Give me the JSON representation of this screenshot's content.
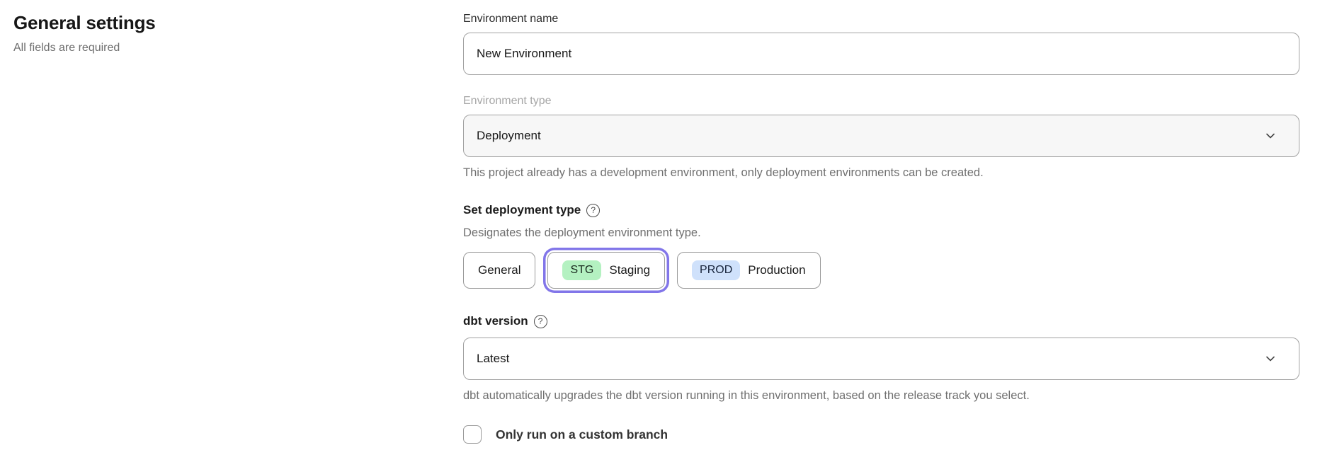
{
  "colors": {
    "accent_purple": "#8276e9",
    "staging_badge_bg": "#b4f1c1",
    "production_badge_bg": "#cfe1fb",
    "disabled_field_bg": "#f7f7f7"
  },
  "header": {
    "title": "General settings",
    "subtitle": "All fields are required"
  },
  "form": {
    "environment_name": {
      "label": "Environment name",
      "value": "New Environment"
    },
    "environment_type": {
      "label": "Environment type",
      "value": "Deployment",
      "disabled": true,
      "helper": "This project already has a development environment, only deployment environments can be created."
    },
    "deployment_type": {
      "label": "Set deployment type",
      "description": "Designates the deployment environment type.",
      "options": [
        {
          "label": "General",
          "selected": false
        },
        {
          "badge": "STG",
          "label": "Staging",
          "selected": true
        },
        {
          "badge": "PROD",
          "label": "Production",
          "selected": false
        }
      ]
    },
    "dbt_version": {
      "label": "dbt version",
      "value": "Latest",
      "helper": "dbt automatically upgrades the dbt version running in this environment, based on the release track you select."
    },
    "custom_branch": {
      "label": "Only run on a custom branch",
      "checked": false
    }
  }
}
